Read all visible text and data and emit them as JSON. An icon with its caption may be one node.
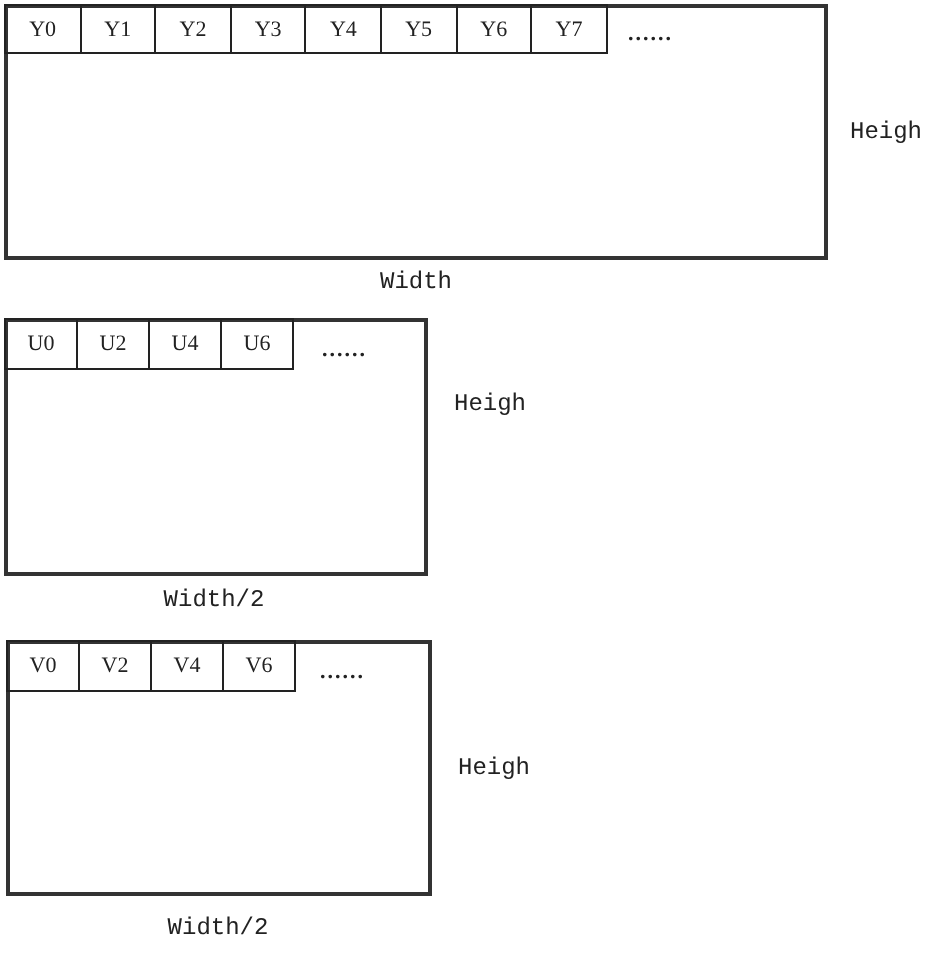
{
  "diagram": {
    "nodes": [
      {
        "text": [
          "......"
        ],
        "beside": [
          "Heigh",
          "Width"
        ]
      },
      {
        "text": [
          "Y0"
        ],
        "in": 0
      },
      {
        "text": [
          "Y1"
        ],
        "in": 0
      },
      {
        "text": [
          "Y2"
        ],
        "in": 0
      },
      {
        "text": [
          "Y3"
        ],
        "in": 0
      },
      {
        "text": [
          "Y4"
        ],
        "in": 0
      },
      {
        "text": [
          "Y5"
        ],
        "in": 0
      },
      {
        "text": [
          "Y6"
        ],
        "in": 0
      },
      {
        "text": [
          "Y7"
        ],
        "in": 0
      },
      {
        "text": [
          "......"
        ],
        "beside": [
          "Heigh",
          "Width/2"
        ]
      },
      {
        "text": [
          "U0"
        ],
        "in": 9
      },
      {
        "text": [
          "U2"
        ],
        "in": 9
      },
      {
        "text": [
          "U4"
        ],
        "in": 9
      },
      {
        "text": [
          "U6"
        ],
        "in": 9
      },
      {
        "text": [
          "......"
        ],
        "beside": [
          "Heigh",
          "Width/2"
        ]
      },
      {
        "text": [
          "V0"
        ],
        "in": 14
      },
      {
        "text": [
          "V2"
        ],
        "in": 14
      },
      {
        "text": [
          "V4"
        ],
        "in": 14
      },
      {
        "text": [
          "V6"
        ],
        "in": 14
      }
    ],
    "edges": []
  }
}
